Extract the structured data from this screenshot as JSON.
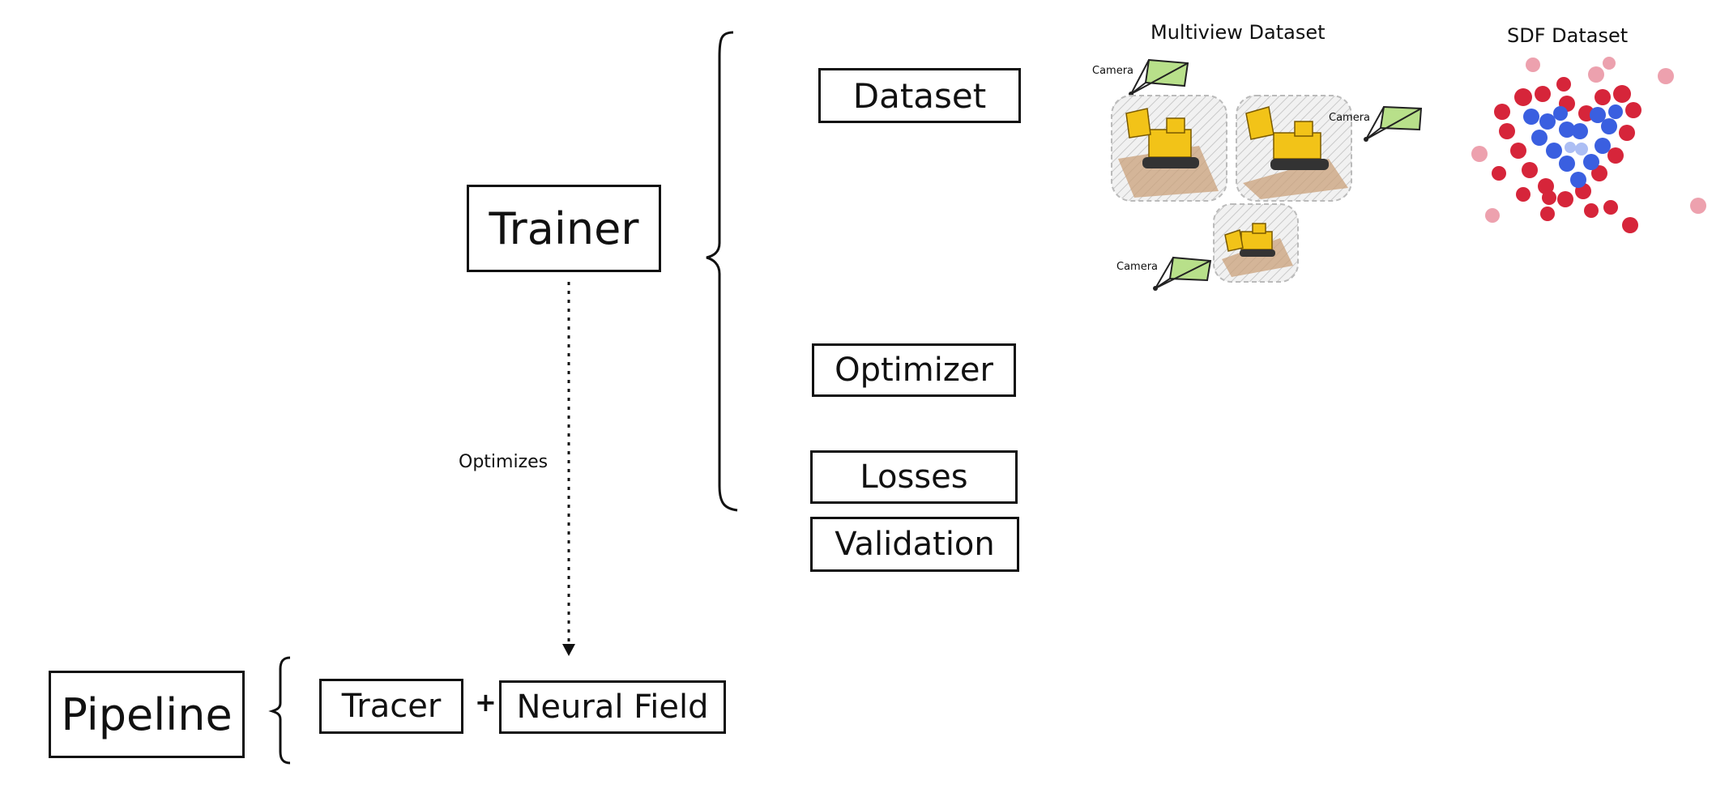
{
  "nodes": {
    "trainer": "Trainer",
    "pipeline": "Pipeline",
    "tracer": "Tracer",
    "neural_field": "Neural Field",
    "dataset": "Dataset",
    "optimizer": "Optimizer",
    "losses": "Losses",
    "validation": "Validation"
  },
  "edges": {
    "optimizes": "Optimizes",
    "plus": "+"
  },
  "multiview": {
    "title": "Multiview Dataset",
    "camera_label": "Camera"
  },
  "sdf": {
    "title": "SDF Dataset"
  },
  "colors": {
    "stroke": "#111111",
    "camera_fill": "#b8e08a",
    "sdf_outside": "#d6253a",
    "sdf_inside": "#3a5fe0",
    "sdf_far": "#e88a9a",
    "excavator_yellow": "#f2c318",
    "ground": "#c9a07a"
  }
}
